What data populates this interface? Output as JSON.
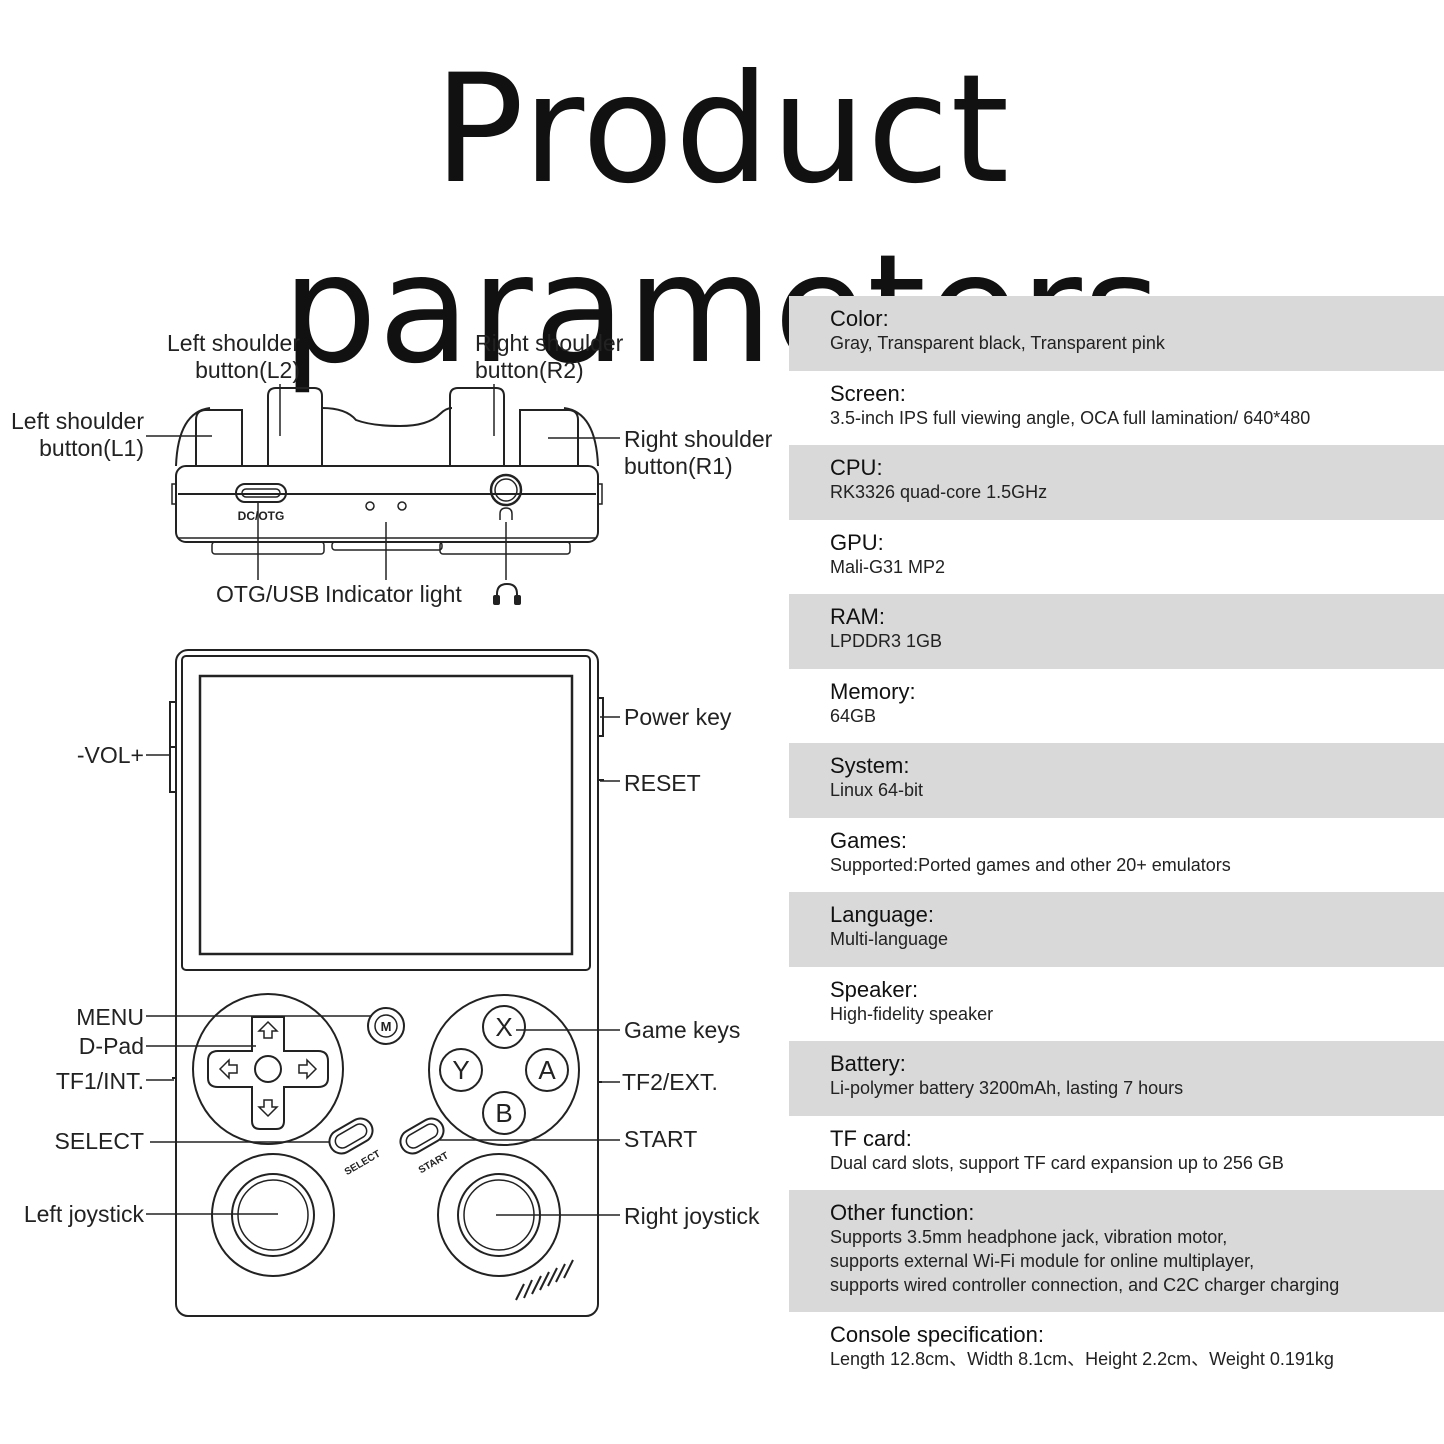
{
  "title": "Product parameters",
  "labels": {
    "left_shoulder_l2": "Left shoulder\nbutton(L2)",
    "right_shoulder_r2": "Right shoulder\nbutton(R2)",
    "left_shoulder_l1": "Left shoulder\nbutton(L1)",
    "right_shoulder_r1": "Right shoulder\nbutton(R1)",
    "otg_usb": "OTG/USB",
    "indicator_light": "Indicator light",
    "dc_otg": "DC/OTG",
    "vol": "-VOL+",
    "power_key": "Power key",
    "reset": "RESET",
    "menu": "MENU",
    "dpad": "D-Pad",
    "tf1": "TF1/INT.",
    "select": "SELECT",
    "left_joystick": "Left joystick",
    "game_keys": "Game keys",
    "tf2": "TF2/EXT.",
    "start": "START",
    "right_joystick": "Right joystick",
    "btn_x": "X",
    "btn_y": "Y",
    "btn_a": "A",
    "btn_b": "B",
    "btn_m": "M",
    "select_small": "SELECT",
    "start_small": "START"
  },
  "specs": [
    {
      "label": "Color:",
      "value": "Gray, Transparent black, Transparent pink",
      "shade": "gray"
    },
    {
      "label": "Screen:",
      "value": "3.5-inch IPS full viewing angle, OCA full lamination/ 640*480",
      "shade": "white"
    },
    {
      "label": "CPU:",
      "value": "RK3326 quad-core 1.5GHz",
      "shade": "gray"
    },
    {
      "label": "GPU:",
      "value": "Mali-G31 MP2",
      "shade": "white"
    },
    {
      "label": "RAM:",
      "value": "LPDDR3  1GB",
      "shade": "gray"
    },
    {
      "label": "Memory:",
      "value": "64GB",
      "shade": "white"
    },
    {
      "label": "System:",
      "value": "Linux 64-bit",
      "shade": "gray"
    },
    {
      "label": "Games:",
      "value": "Supported:Ported games and other 20+ emulators",
      "shade": "white"
    },
    {
      "label": "Language:",
      "value": "Multi-language",
      "shade": "gray"
    },
    {
      "label": "Speaker:",
      "value": "High-fidelity speaker",
      "shade": "white"
    },
    {
      "label": "Battery:",
      "value": "Li-polymer battery 3200mAh, lasting 7 hours",
      "shade": "gray"
    },
    {
      "label": "TF card:",
      "value": "Dual card slots, support TF card expansion up to 256 GB",
      "shade": "white"
    },
    {
      "label": "Other function:",
      "value": "Supports 3.5mm headphone jack, vibration motor,\nsupports external Wi-Fi module for online multiplayer,\nsupports wired controller connection, and C2C charger charging",
      "shade": "gray"
    },
    {
      "label": "Console specification:",
      "value": "Length 12.8cm、Width 8.1cm、Height 2.2cm、Weight 0.191kg",
      "shade": "white"
    }
  ],
  "colors": {
    "row_gray": "#d9d9d9",
    "line": "#222222"
  },
  "icons": [
    "headphone-icon",
    "arrow-up-icon",
    "arrow-down-icon",
    "arrow-left-icon",
    "arrow-right-icon"
  ]
}
